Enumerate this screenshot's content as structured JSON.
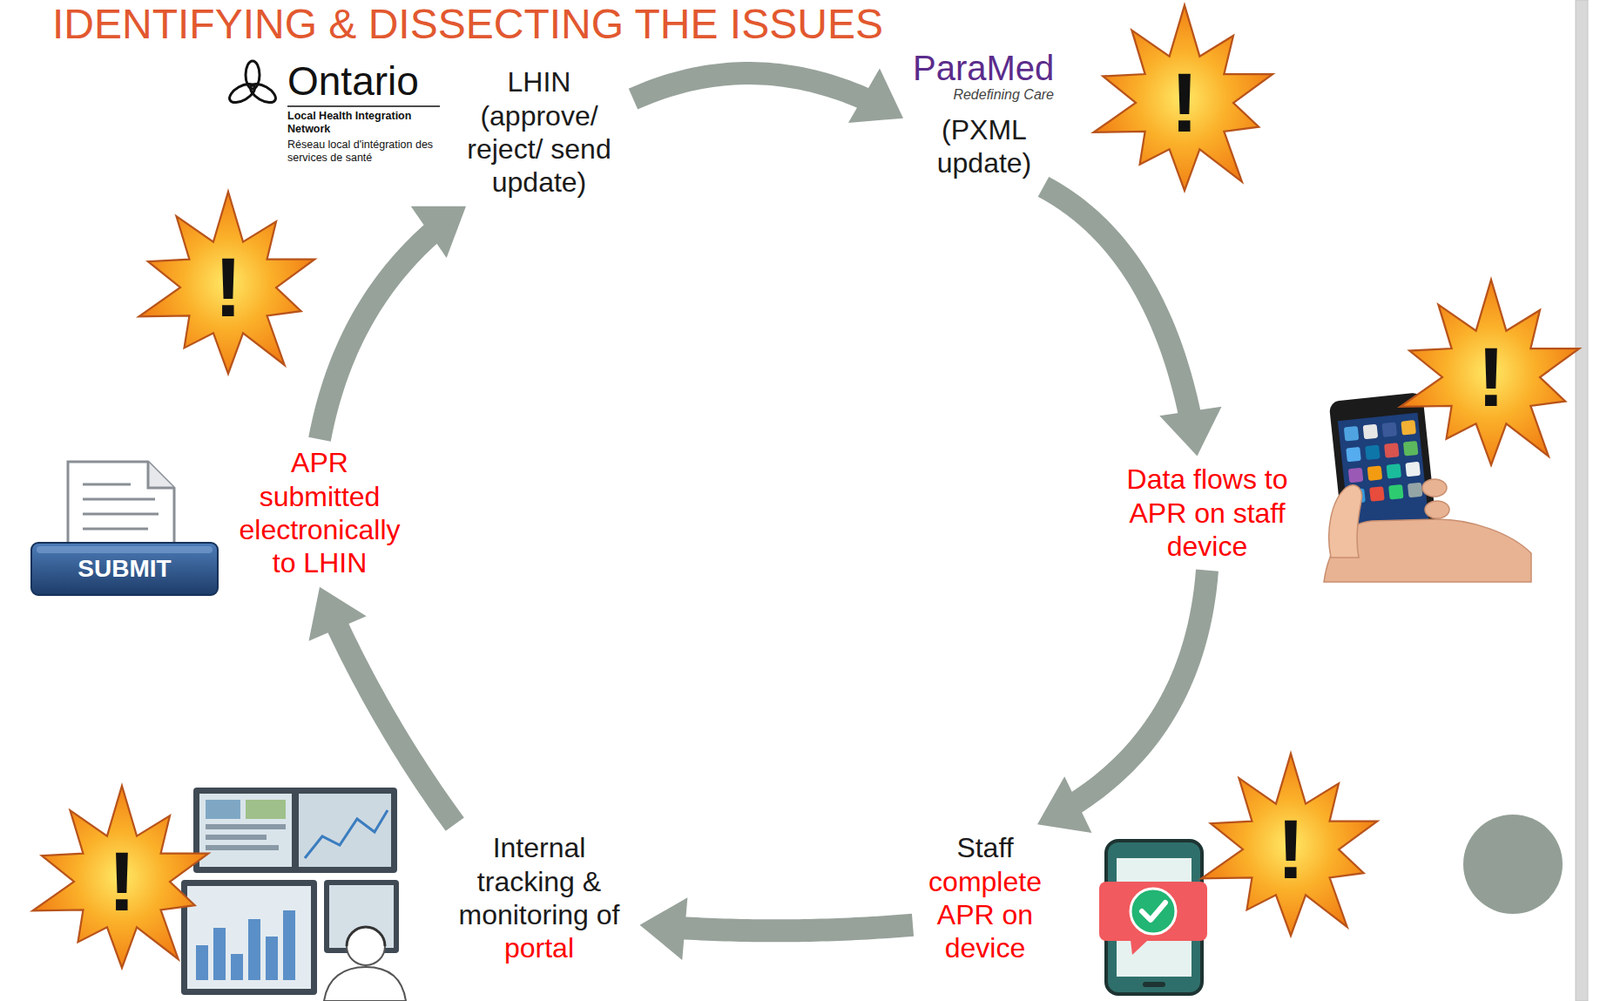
{
  "diagram": {
    "title": "IDENTIFYING & DISSECTING THE ISSUES",
    "nodes": [
      {
        "text": [
          "LHIN (approve/ reject/ send update)"
        ]
      },
      {
        "text": [
          "(PXML update)"
        ]
      },
      {
        "text": [
          "Data flows to APR on staff device"
        ]
      },
      {
        "text": [
          "Staff complete APR on device"
        ]
      },
      {
        "text": [
          "Internal tracking & monitoring of portal"
        ]
      },
      {
        "text": [
          "APR submitted electronically to LHIN"
        ]
      }
    ],
    "edges": [
      {
        "from": 0,
        "to": 1,
        "arrow": "to"
      },
      {
        "from": 1,
        "to": 2,
        "arrow": "to"
      },
      {
        "from": 2,
        "to": 3,
        "arrow": "to"
      },
      {
        "from": 3,
        "to": 4,
        "arrow": "to"
      },
      {
        "from": 4,
        "to": 5,
        "arrow": "to"
      },
      {
        "from": 5,
        "to": 0,
        "arrow": "to"
      }
    ],
    "labels": [
      "Ontario",
      "Local Health Integration Network",
      "Réseau local d'intégration des services de santé",
      "ParaMed",
      "Redefining Care",
      "!",
      "!",
      "!",
      "!",
      "!",
      "SUBMIT"
    ]
  }
}
